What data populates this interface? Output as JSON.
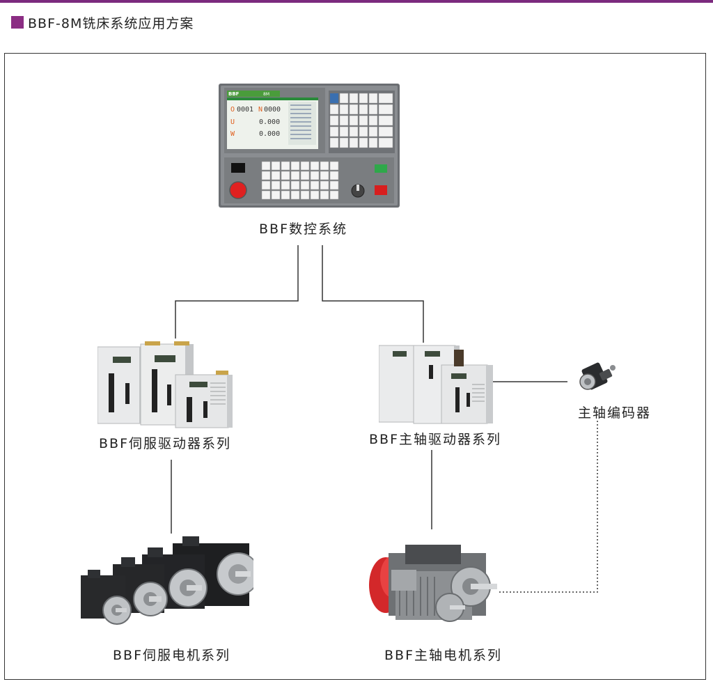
{
  "header": {
    "title": "BBF-8M铣床系统应用方案"
  },
  "colors": {
    "accent": "#7b2a7e",
    "line": "#333333"
  },
  "nodes": {
    "cnc": {
      "label": "BBF数控系统",
      "icon": "cnc-panel-icon"
    },
    "servo_driver": {
      "label": "BBF伺服驱动器系列",
      "icon": "servo-driver-icon"
    },
    "spindle_driver": {
      "label": "BBF主轴驱动器系列",
      "icon": "spindle-driver-icon"
    },
    "encoder": {
      "label": "主轴编码器",
      "icon": "encoder-icon"
    },
    "servo_motor": {
      "label": "BBF伺服电机系列",
      "icon": "servo-motor-icon"
    },
    "spindle_motor": {
      "label": "BBF主轴电机系列",
      "icon": "spindle-motor-icon"
    }
  },
  "cnc_screen": {
    "brand": "BBF",
    "model": "8M",
    "row1_prefix": "O",
    "row1_value": "0001",
    "row1_n": "N",
    "row1_n_value": "0000",
    "row2_axis": "U",
    "row2_value": "0.000",
    "row3_axis": "W",
    "row3_value": "0.000"
  }
}
